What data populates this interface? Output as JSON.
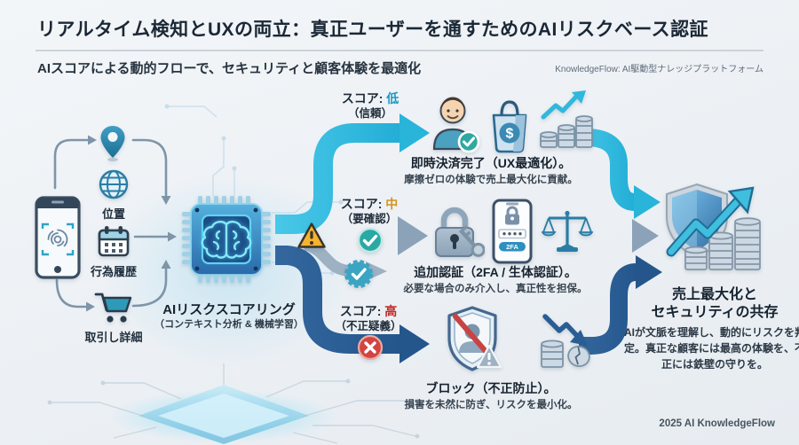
{
  "meta": {
    "background": "#edf1f5",
    "accent_cyan": "#2fbde2",
    "accent_gray_blue": "#93a9bd",
    "accent_dark_blue": "#2a5d94"
  },
  "header": {
    "title": "リアルタイム検知とUXの両立：真正ユーザーを通すためのAIリスクベース認証",
    "subtitle": "AIスコアによる動的フローで、セキュリティと顧客体験を最適化",
    "tagline": "KnowledgeFlow: AI駆動型ナレッジプラットフォーム"
  },
  "signals": {
    "device_icon": "smartphone-fingerprint-icon",
    "items": [
      {
        "label": "位置",
        "icons": [
          "location-pin-icon",
          "globe-icon"
        ]
      },
      {
        "label": "行為履歴",
        "icons": [
          "calendar-icon"
        ]
      },
      {
        "label": "取引し詳細",
        "icons": [
          "cart-icon"
        ]
      }
    ]
  },
  "engine": {
    "name": "AIリスクスコアリング",
    "method": "（コンテキスト分析 & 機械学習）",
    "chip_icon": "ai-chip-brain-icon",
    "alert_icon": "warning-triangle-icon"
  },
  "branches": [
    {
      "score_prefix": "スコア:",
      "score_value": "低",
      "score_color": "#1899c2",
      "condition": "（信頼）",
      "arrow_color": "#2fbde2",
      "icons": [
        "happy-user-check-icon",
        "shopping-bag-icon",
        "rising-coins-icon"
      ],
      "outcome_title": "即時決済完了（UX最適化）。",
      "outcome_desc": "摩擦ゼロの体験で売上最大化に貢献。"
    },
    {
      "score_prefix": "スコア:",
      "score_value": "中",
      "score_color": "#d3941c",
      "condition": "（要確認）",
      "arrow_color": "#93a9bd",
      "badges": [
        "check-circle-icon",
        "verified-badge-icon"
      ],
      "icons": [
        "lock-key-icon",
        "otp-phone-icon",
        "balance-scales-icon"
      ],
      "outcome_title": "追加認証（2FA / 生体認証）。",
      "outcome_desc": "必要な場合のみ介入し、真正性を担保。"
    },
    {
      "score_prefix": "スコア:",
      "score_value": "高",
      "score_color": "#c02a28",
      "condition": "（不正疑義）",
      "arrow_color": "#2a5d94",
      "badges": [
        "cross-circle-icon"
      ],
      "icons": [
        "blocked-user-shield-icon",
        "falling-coins-icon"
      ],
      "outcome_title": "ブロック（不正防止）。",
      "outcome_desc": "損害を未然に防ぎ、リスクを最小化。"
    }
  ],
  "result": {
    "icon": "shield-growth-coins-icon",
    "title_line1": "売上最大化と",
    "title_line2": "セキュリティの共存",
    "description": "AIが文脈を理解し、動的にリスクを判定。真正な顧客には最高の体験を、不正には鉄壁の守りを。"
  },
  "glyphs": {
    "dollar": "$",
    "twofa": "2FA"
  },
  "footer": {
    "credit": "2025 AI KnowledgeFlow"
  }
}
